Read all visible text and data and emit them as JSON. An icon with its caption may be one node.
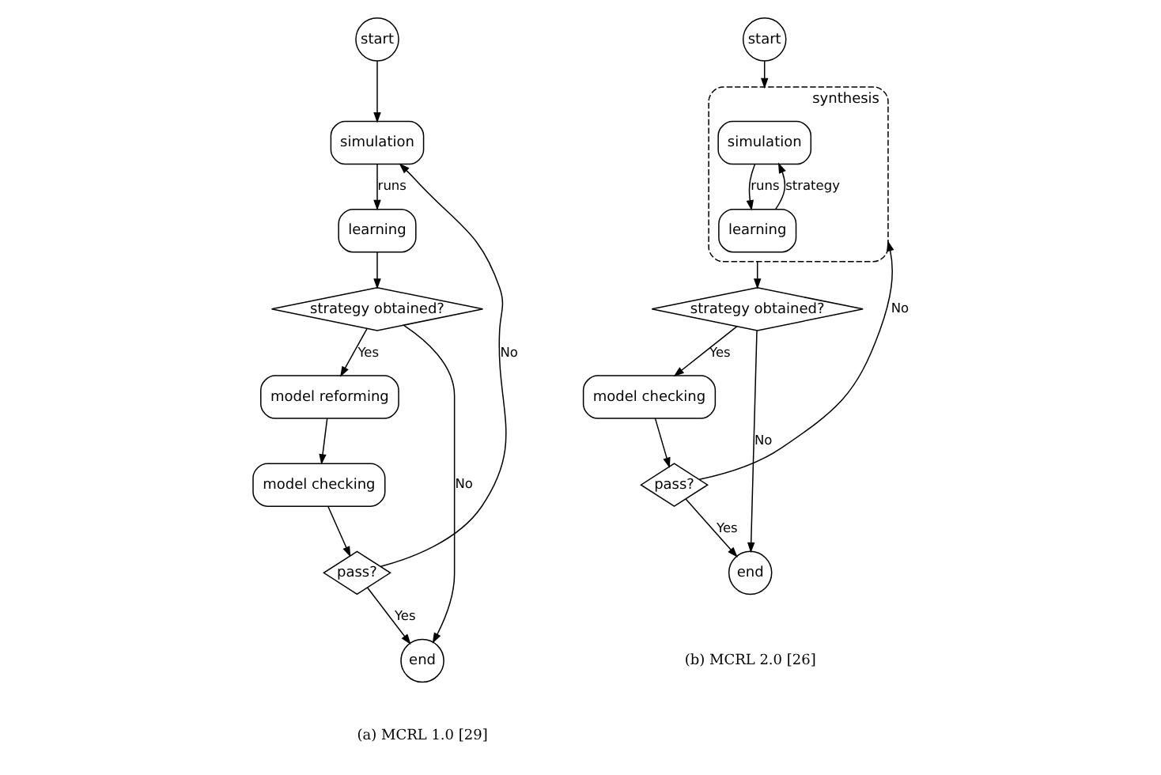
{
  "diagram": {
    "nodes": [
      {
        "text": [
          "start"
        ]
      },
      {
        "text": [
          "simulation"
        ]
      },
      {
        "text": [
          "learning"
        ]
      },
      {
        "text": [
          "strategy obtained?"
        ]
      },
      {
        "text": [
          "model reforming"
        ]
      },
      {
        "text": [
          "model checking"
        ]
      },
      {
        "text": [
          "pass?"
        ]
      },
      {
        "text": [
          "end"
        ]
      },
      {
        "text": [
          "start"
        ]
      },
      {
        "text": [
          "synthesis"
        ]
      },
      {
        "text": [
          "simulation"
        ],
        "in": 9
      },
      {
        "text": [
          "learning"
        ],
        "in": 9
      },
      {
        "text": [
          "strategy obtained?"
        ]
      },
      {
        "text": [
          "model checking"
        ]
      },
      {
        "text": [
          "pass?"
        ]
      },
      {
        "text": [
          "end"
        ]
      }
    ],
    "edges": [
      {
        "from": 0,
        "to": 1,
        "arrow": "to"
      },
      {
        "from": 1,
        "to": 2,
        "arrow": "to",
        "label": "runs"
      },
      {
        "from": 2,
        "to": 3,
        "arrow": "to"
      },
      {
        "from": 3,
        "to": 4,
        "arrow": "to",
        "label": "Yes"
      },
      {
        "from": 4,
        "to": 5,
        "arrow": "to"
      },
      {
        "from": 5,
        "to": 6,
        "arrow": "to"
      },
      {
        "from": 6,
        "to": 7,
        "arrow": "to",
        "label": "Yes"
      },
      {
        "from": 6,
        "to": 1,
        "arrow": "to",
        "label": "No"
      },
      {
        "from": 3,
        "to": 7,
        "arrow": "to",
        "label": "No"
      },
      {
        "from": 8,
        "to": 9,
        "arrow": "to"
      },
      {
        "from": 10,
        "to": 11,
        "arrow": "to",
        "label": "runs"
      },
      {
        "from": 11,
        "to": 10,
        "arrow": "to",
        "label": "strategy"
      },
      {
        "from": 9,
        "to": 12,
        "arrow": "to"
      },
      {
        "from": 12,
        "to": 13,
        "arrow": "to",
        "label": "Yes"
      },
      {
        "from": 13,
        "to": 14,
        "arrow": "to"
      },
      {
        "from": 14,
        "to": 15,
        "arrow": "to",
        "label": "Yes"
      },
      {
        "from": 14,
        "to": 9,
        "arrow": "to",
        "label": "No"
      },
      {
        "from": 12,
        "to": 15,
        "arrow": "to",
        "label": "No"
      }
    ],
    "labels": [
      "(a) MCRL 1.0 [29]",
      "(b) MCRL 2.0 [26]"
    ]
  }
}
